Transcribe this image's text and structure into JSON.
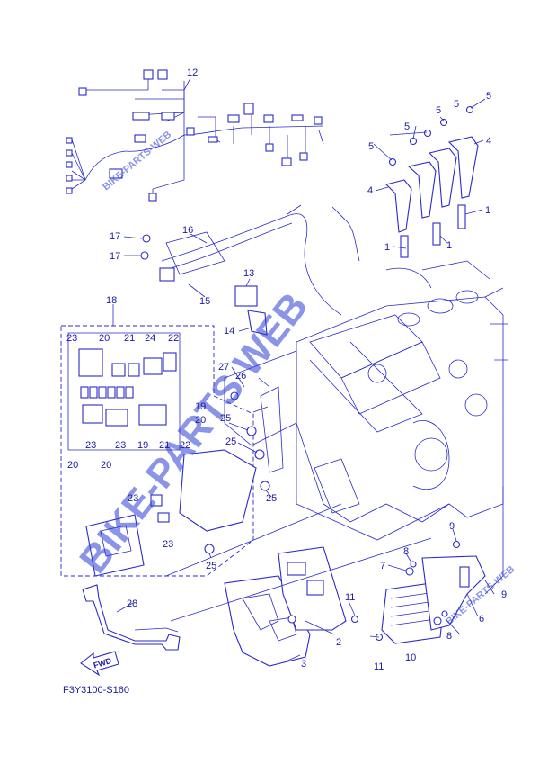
{
  "diagram_code": "F3Y3100-S160",
  "fwd_label": "FWD",
  "watermarks": {
    "main": "BIKE-PARTS WEB",
    "top_left": "BIKE-PARTS-WEB",
    "right": "BIKE-PARTS-WEB"
  },
  "callouts": [
    "12",
    "5",
    "5",
    "5",
    "5",
    "5",
    "4",
    "4",
    "1",
    "1",
    "1",
    "16",
    "17",
    "17",
    "13",
    "15",
    "14",
    "18",
    "23",
    "20",
    "21",
    "24",
    "22",
    "27",
    "26",
    "19",
    "20",
    "25",
    "25",
    "25",
    "23",
    "23",
    "20",
    "20",
    "19",
    "21",
    "22",
    "23",
    "23",
    "25",
    "9",
    "8",
    "7",
    "11",
    "6",
    "8",
    "9",
    "10",
    "11",
    "28",
    "2",
    "3"
  ],
  "line_color": "#2a2acc",
  "text_color": "#1a1aa6"
}
